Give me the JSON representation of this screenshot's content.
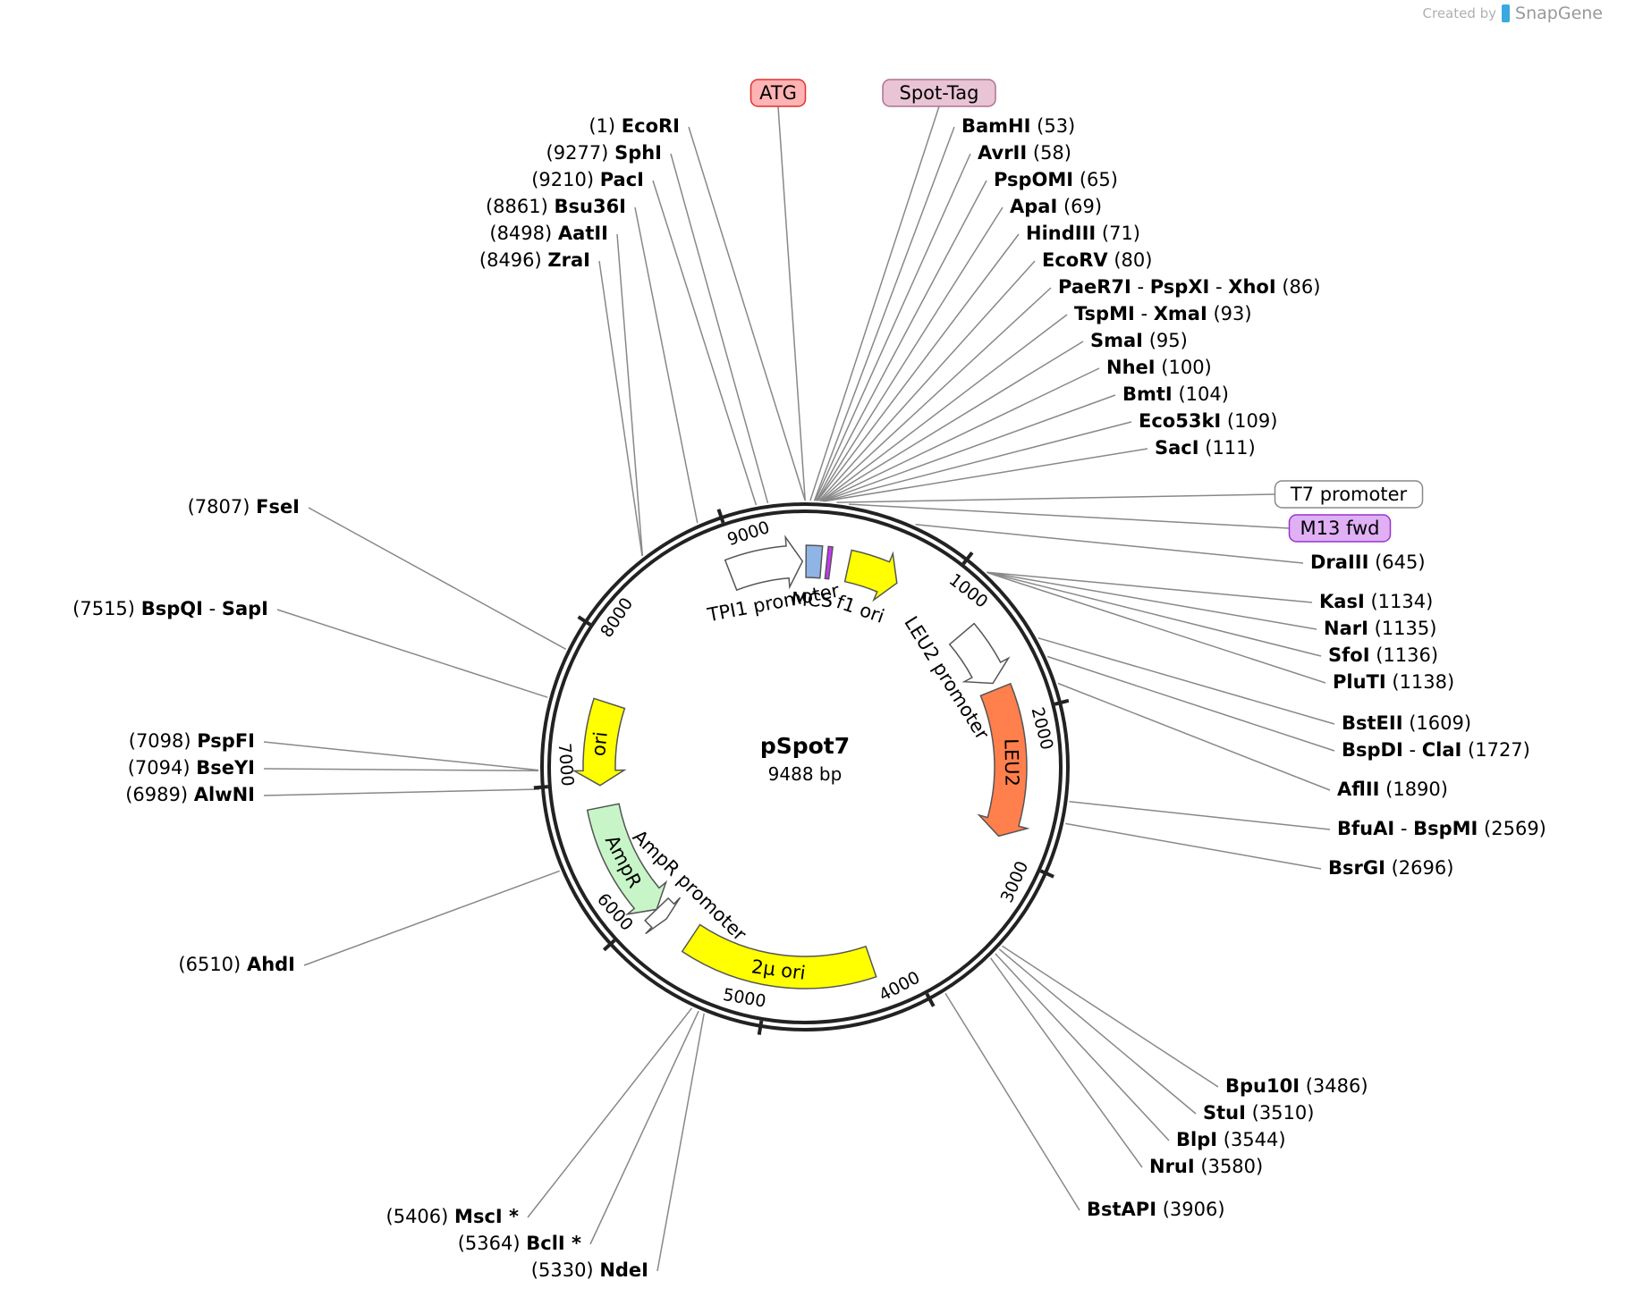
{
  "credit": {
    "prefix": "Created by",
    "brand": "SnapGene"
  },
  "plasmid": {
    "name": "pSpot7",
    "size_label": "9488 bp",
    "length": 9488
  },
  "ticks": [
    "1000",
    "2000",
    "3000",
    "4000",
    "5000",
    "6000",
    "7000",
    "8000",
    "9000"
  ],
  "features": [
    {
      "name": "TPI1 promoter",
      "start": 8932,
      "end": 9470,
      "color": "#ffffff",
      "strand": 1
    },
    {
      "name": "MCS",
      "start": 8,
      "end": 120,
      "color": "#8fb4e6",
      "strand": 0
    },
    {
      "name": "",
      "start": 160,
      "end": 190,
      "color": "#cc33ff",
      "strand": 0
    },
    {
      "name": "f1 ori",
      "start": 320,
      "end": 700,
      "color": "#ffff00",
      "strand": 1
    },
    {
      "name": "LEU2 promoter",
      "start": 1310,
      "end": 1740,
      "color": "#ffffff",
      "strand": 1
    },
    {
      "name": "LEU2",
      "start": 1790,
      "end": 2890,
      "color": "#ff7f4d",
      "strand": 1
    },
    {
      "name": "2μ ori",
      "start": 4250,
      "end": 5630,
      "color": "#ffff00",
      "strand": 0
    },
    {
      "name": "AmpR promoter",
      "start": 5860,
      "end": 5960,
      "color": "#ffffff",
      "strand": -1
    },
    {
      "name": "AmpR",
      "start": 5960,
      "end": 6820,
      "color": "#c8f5c8",
      "strand": -1
    },
    {
      "name": "ori",
      "start": 6980,
      "end": 7590,
      "color": "#ffff00",
      "strand": -1
    }
  ],
  "feature_labels": [
    {
      "text": "TPI1 promoter",
      "ref": "TPI1 promoter"
    },
    {
      "text": "MCS",
      "ref": "MCS"
    },
    {
      "text": "f1 ori",
      "ref": "f1 ori"
    },
    {
      "text": "LEU2 promoter",
      "ref": "LEU2 promoter"
    },
    {
      "text": "LEU2",
      "ref": "LEU2"
    },
    {
      "text": "2μ ori",
      "ref": "2μ ori"
    },
    {
      "text": "AmpR promoter",
      "ref": "AmpR promoter"
    },
    {
      "text": "AmpR",
      "ref": "AmpR"
    },
    {
      "text": "ori",
      "ref": "ori"
    }
  ],
  "boxed_labels": [
    {
      "text": "ATG",
      "pos": 1,
      "fill": "#ffb3b3",
      "stroke": "#e03030"
    },
    {
      "text": "Spot-Tag",
      "pos": 30,
      "fill": "#e8c4d4",
      "stroke": "#b07090"
    },
    {
      "text": "T7 promoter",
      "pos": 180,
      "fill": "#ffffff",
      "stroke": "#888888"
    },
    {
      "text": "M13 fwd",
      "pos": 250,
      "fill": "#e0b0f5",
      "stroke": "#9933cc"
    }
  ],
  "sites": [
    {
      "names": [
        "EcoRI"
      ],
      "pos": "(1)",
      "at": 1
    },
    {
      "names": [
        "SphI"
      ],
      "pos": "(9277)",
      "at": 9277
    },
    {
      "names": [
        "PacI"
      ],
      "pos": "(9210)",
      "at": 9210
    },
    {
      "names": [
        "Bsu36I"
      ],
      "pos": "(8861)",
      "at": 8861
    },
    {
      "names": [
        "AatII"
      ],
      "pos": "(8498)",
      "at": 8498
    },
    {
      "names": [
        "ZraI"
      ],
      "pos": "(8496)",
      "at": 8496
    },
    {
      "names": [
        "FseI"
      ],
      "pos": "(7807)",
      "at": 7807
    },
    {
      "names": [
        "BspQI",
        "SapI"
      ],
      "pos": "(7515)",
      "at": 7515
    },
    {
      "names": [
        "PspFI"
      ],
      "pos": "(7098)",
      "at": 7098
    },
    {
      "names": [
        "BseYI"
      ],
      "pos": "(7094)",
      "at": 7094
    },
    {
      "names": [
        "AlwNI"
      ],
      "pos": "(6989)",
      "at": 6989
    },
    {
      "names": [
        "AhdI"
      ],
      "pos": "(6510)",
      "at": 6510
    },
    {
      "names": [
        "MscI *"
      ],
      "pos": "(5406)",
      "at": 5406
    },
    {
      "names": [
        "BclI *"
      ],
      "pos": "(5364)",
      "at": 5364
    },
    {
      "names": [
        "NdeI"
      ],
      "pos": "(5330)",
      "at": 5330
    },
    {
      "names": [
        "BamHI"
      ],
      "pos": "(53)",
      "at": 53
    },
    {
      "names": [
        "AvrII"
      ],
      "pos": "(58)",
      "at": 58
    },
    {
      "names": [
        "PspOMI"
      ],
      "pos": "(65)",
      "at": 65
    },
    {
      "names": [
        "ApaI"
      ],
      "pos": "(69)",
      "at": 69
    },
    {
      "names": [
        "HindIII"
      ],
      "pos": "(71)",
      "at": 71
    },
    {
      "names": [
        "EcoRV"
      ],
      "pos": "(80)",
      "at": 80
    },
    {
      "names": [
        "PaeR7I",
        "PspXI",
        "XhoI"
      ],
      "pos": "(86)",
      "at": 86
    },
    {
      "names": [
        "TspMI",
        "XmaI"
      ],
      "pos": "(93)",
      "at": 93
    },
    {
      "names": [
        "SmaI"
      ],
      "pos": "(95)",
      "at": 95
    },
    {
      "names": [
        "NheI"
      ],
      "pos": "(100)",
      "at": 100
    },
    {
      "names": [
        "BmtI"
      ],
      "pos": "(104)",
      "at": 104
    },
    {
      "names": [
        "Eco53kI"
      ],
      "pos": "(109)",
      "at": 109
    },
    {
      "names": [
        "SacI"
      ],
      "pos": "(111)",
      "at": 111
    },
    {
      "names": [
        "DraIII"
      ],
      "pos": "(645)",
      "at": 645
    },
    {
      "names": [
        "KasI"
      ],
      "pos": "(1134)",
      "at": 1134
    },
    {
      "names": [
        "NarI"
      ],
      "pos": "(1135)",
      "at": 1135
    },
    {
      "names": [
        "SfoI"
      ],
      "pos": "(1136)",
      "at": 1136
    },
    {
      "names": [
        "PluTI"
      ],
      "pos": "(1138)",
      "at": 1138
    },
    {
      "names": [
        "BstEII"
      ],
      "pos": "(1609)",
      "at": 1609
    },
    {
      "names": [
        "BspDI",
        "ClaI"
      ],
      "pos": "(1727)",
      "at": 1727
    },
    {
      "names": [
        "AflII"
      ],
      "pos": "(1890)",
      "at": 1890
    },
    {
      "names": [
        "BfuAI",
        "BspMI"
      ],
      "pos": "(2569)",
      "at": 2569
    },
    {
      "names": [
        "BsrGI"
      ],
      "pos": "(2696)",
      "at": 2696
    },
    {
      "names": [
        "Bpu10I"
      ],
      "pos": "(3486)",
      "at": 3486
    },
    {
      "names": [
        "StuI"
      ],
      "pos": "(3510)",
      "at": 3510
    },
    {
      "names": [
        "BlpI"
      ],
      "pos": "(3544)",
      "at": 3544
    },
    {
      "names": [
        "NruI"
      ],
      "pos": "(3580)",
      "at": 3580
    },
    {
      "names": [
        "BstAPI"
      ],
      "pos": "(3906)",
      "at": 3906
    }
  ]
}
